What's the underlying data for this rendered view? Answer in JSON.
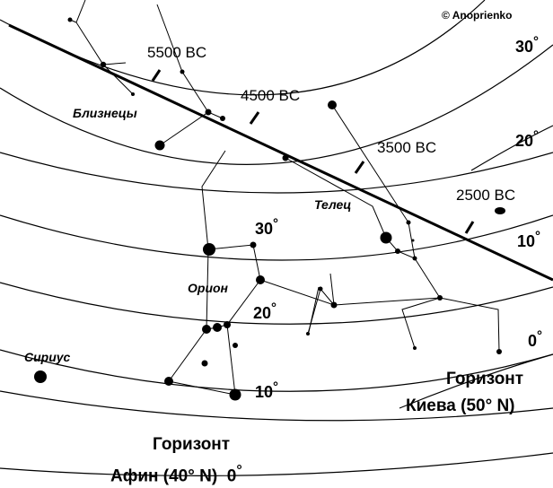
{
  "copyright": "© Anoprienko",
  "ecliptic_dates": [
    "5500 BC",
    "4500 BC",
    "3500 BC",
    "2500 BC"
  ],
  "altitude_labels": {
    "athens": [
      "30",
      "20",
      "10",
      "0"
    ],
    "kiev": [
      "30",
      "20",
      "10",
      "0"
    ],
    "degree_sign": "°"
  },
  "constellations": {
    "gemini": "Близнецы",
    "taurus": "Телец",
    "orion": "Орион",
    "sirius": "Сириус"
  },
  "horizons": {
    "kiev": {
      "line1": "Горизонт",
      "line2": "Киева (50° N)"
    },
    "athens": {
      "line1": "Горизонт",
      "line2": "Афин (40° N)"
    }
  }
}
